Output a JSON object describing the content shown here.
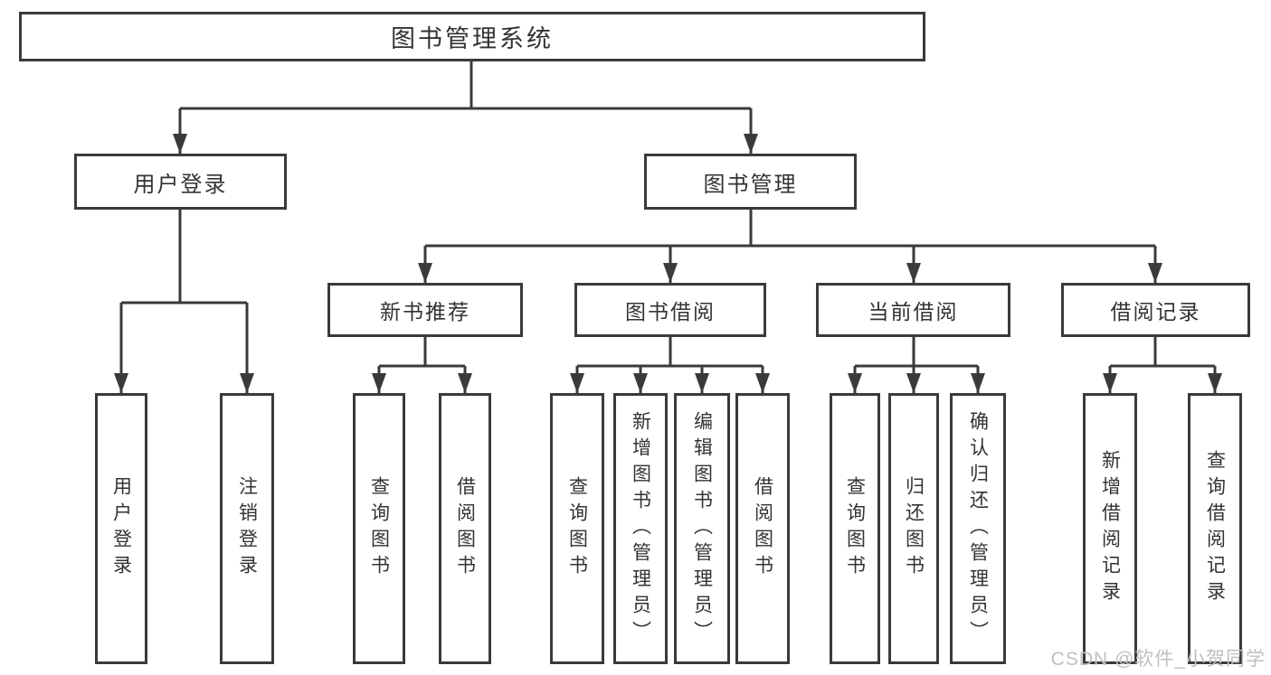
{
  "diagram": {
    "root": {
      "label": "图书管理系统"
    },
    "branches": [
      {
        "label": "用户登录",
        "leaves": [
          "用户登录",
          "注销登录"
        ]
      },
      {
        "label": "图书管理",
        "groups": [
          {
            "label": "新书推荐",
            "leaves": [
              "查询图书",
              "借阅图书"
            ]
          },
          {
            "label": "图书借阅",
            "leaves": [
              "查询图书",
              "新增图书（管理员）",
              "编辑图书（管理员）",
              "借阅图书"
            ]
          },
          {
            "label": "当前借阅",
            "leaves": [
              "查询图书",
              "归还图书",
              "确认归还（管理员）"
            ]
          },
          {
            "label": "借阅记录",
            "leaves": [
              "新增借阅记录",
              "查询借阅记录"
            ]
          }
        ]
      }
    ]
  },
  "watermark": {
    "text": "CSDN @软件_小贺同学"
  },
  "colors": {
    "line": "#3a3a3a",
    "box_border": "#3a3a3a",
    "text": "#333333",
    "background": "#ffffff",
    "watermark": "#c0c0c0"
  }
}
